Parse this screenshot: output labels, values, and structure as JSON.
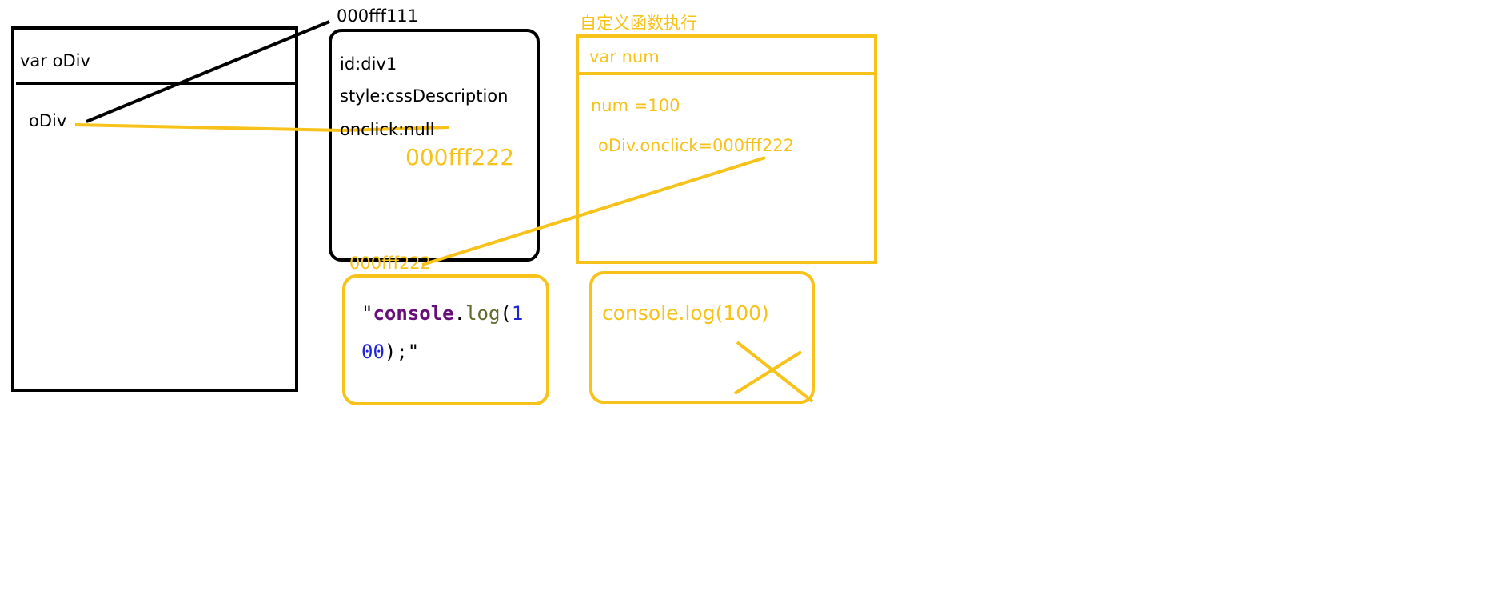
{
  "colors": {
    "black": "#000000",
    "yellow": "#f7c21a",
    "code_keyword": "#660e7a",
    "code_method": "#5f6b2a",
    "code_number": "#1f24d6",
    "code_plain": "#000000"
  },
  "stack": {
    "header": "var oDiv",
    "variable": "oDiv"
  },
  "heap_address_1": "000fff111",
  "heap_object": {
    "id_line": "id:div1",
    "style_line": "style:cssDescription",
    "onclick_line": "onclick:null",
    "new_value": "000fff222"
  },
  "function_heap": {
    "address": "000fff222",
    "code": {
      "open_quote": "\"",
      "keyword": "console",
      "dot": ".",
      "method": "log",
      "paren_open": "(",
      "num_part1": "1",
      "num_part2": "00",
      "tail": ");\""
    }
  },
  "execution": {
    "title": "自定义函数执行",
    "var_decl": "var num",
    "assignment": "num =100",
    "onclick_assignment": "oDiv.onclick=000fff222"
  },
  "output_box": {
    "text": "console.log(100)"
  }
}
